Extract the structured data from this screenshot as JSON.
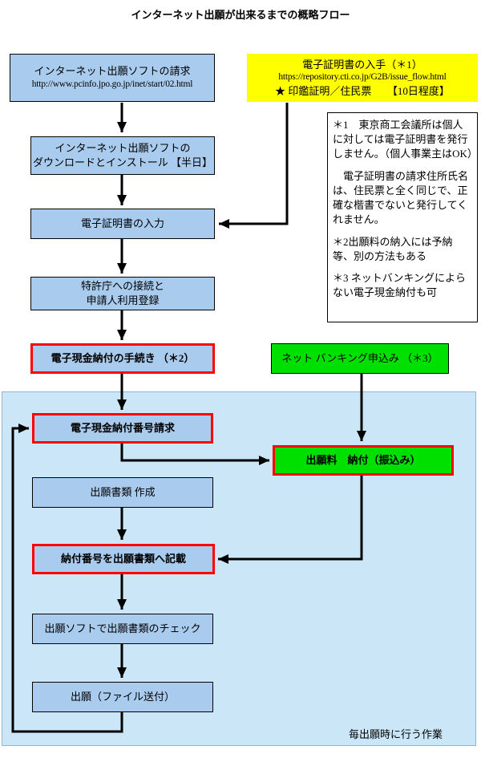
{
  "title": "インターネット出願が出来るまでの概略フロー",
  "container_label": "毎出願時に行う作業",
  "colors": {
    "box_fill": "#a9cbee",
    "container_fill": "#cbe7f7",
    "yellow": "#ffff00",
    "green": "#00e000",
    "red": "#ff0000",
    "line": "#000000"
  },
  "boxes": {
    "software_request": {
      "line1": "インターネット出願ソフトの請求",
      "line2": "http://www.pcinfo.jpo.go.jp/inet/start/02.html"
    },
    "cert_obtain": {
      "line1": "電子証明書の入手（＊1）",
      "line2": "https://repository.cti.co.jp/G2B/issue_flow.html",
      "line3": "★ 印鑑証明／住民票　　【10日程度】"
    },
    "download_install": {
      "line1": "インターネット出願ソフトの",
      "line2": "ダウンロードとインストール 【半日】"
    },
    "cert_input": {
      "label": "電子証明書の入力"
    },
    "jpo_connect": {
      "line1": "特許庁への接続と",
      "line2": "申請人利用登録"
    },
    "ecash_procedure": {
      "label": "電子現金納付の手続き （＊2）"
    },
    "netbank_apply": {
      "label": "ネット バンキング申込み （＊3）"
    },
    "payment_number_request": {
      "label": "電子現金納付番号請求"
    },
    "fee_payment": {
      "label": "出願料　納付（振込み）"
    },
    "doc_create": {
      "label": "出願書類 作成"
    },
    "number_record": {
      "label": "納付番号を出願書類へ記載"
    },
    "doc_check": {
      "label": "出願ソフトで出願書類のチェック"
    },
    "submit": {
      "label": "出願（ファイル送付）"
    }
  },
  "note": {
    "p1": "＊1　東京商工会議所は個人に対しては電子証明書を発行しません。（個人事業主はOK）",
    "p2": "　電子証明書の請求住所氏名は、住民票と全く同じで、正確な楷書でないと発行してくれません。",
    "p3": "＊2出願料の納入には予納等、別の方法もある",
    "p4": "＊3 ネットバンキングによらない電子現金納付も可"
  }
}
